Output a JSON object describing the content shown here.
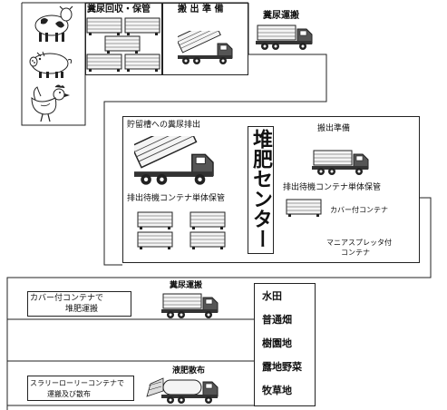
{
  "sections": {
    "storage": {
      "label": "糞尿回収・保管"
    },
    "loading": {
      "label": "搬 出 準 備"
    },
    "transport_top": {
      "label": "糞尿運搬"
    },
    "center": {
      "title": "堆肥センター",
      "discharge_label": "貯留槽への糞尿排出",
      "prep_label": "搬出準備",
      "standby_left": "排出待機コンテナ単体保管",
      "standby_right": "排出待機コンテナ単体保管",
      "cover_container": "カバー付コンテナ",
      "spreader_line1": "マニアスプレッタ付",
      "spreader_line2": "コンテナ"
    },
    "bottom": {
      "compost_box_line1": "カバー付コンテナで",
      "compost_box_line2": "堆肥運搬",
      "transport_label": "糞尿運搬",
      "liquid_label": "液肥散布",
      "slurry_line1": "スラリーローリーコンテナで",
      "slurry_line2": "運搬及び散布"
    },
    "fields": [
      "水田",
      "普通畑",
      "樹園地",
      "露地野菜",
      "牧草地"
    ]
  },
  "icons": {
    "animals": [
      "cow-icon",
      "pig-icon",
      "chicken-icon"
    ],
    "vehicles": [
      "container-truck-icon",
      "dump-truck-icon",
      "tanker-truck-icon"
    ],
    "containers": [
      "container-icon"
    ]
  },
  "colors": {
    "line": "#222222",
    "truck_fill": "#555555",
    "container_fill": "#f2f2f2"
  }
}
